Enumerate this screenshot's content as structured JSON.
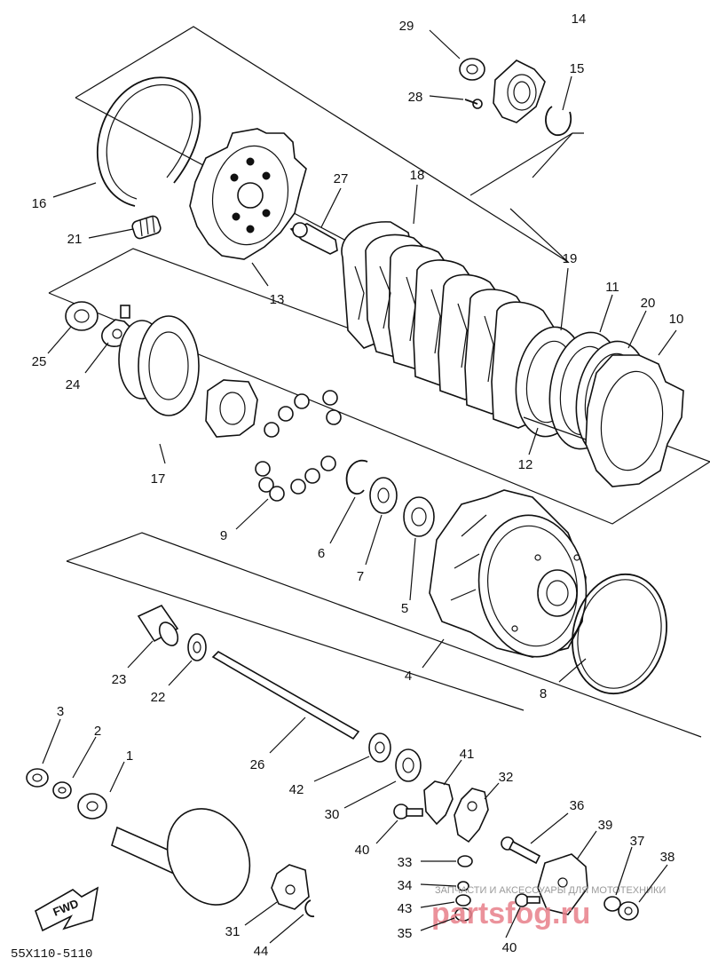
{
  "parts": [
    {
      "id": "p1",
      "number": "1"
    },
    {
      "id": "p2",
      "number": "2"
    },
    {
      "id": "p3",
      "number": "3"
    },
    {
      "id": "p4",
      "number": "4"
    },
    {
      "id": "p5",
      "number": "5"
    },
    {
      "id": "p6",
      "number": "6"
    },
    {
      "id": "p7",
      "number": "7"
    },
    {
      "id": "p8",
      "number": "8"
    },
    {
      "id": "p9",
      "number": "9"
    },
    {
      "id": "p10",
      "number": "10"
    },
    {
      "id": "p11",
      "number": "11"
    },
    {
      "id": "p12",
      "number": "12"
    },
    {
      "id": "p13",
      "number": "13"
    },
    {
      "id": "p14",
      "number": "14"
    },
    {
      "id": "p15",
      "number": "15"
    },
    {
      "id": "p16",
      "number": "16"
    },
    {
      "id": "p17",
      "number": "17"
    },
    {
      "id": "p18",
      "number": "18"
    },
    {
      "id": "p19",
      "number": "19"
    },
    {
      "id": "p20",
      "number": "20"
    },
    {
      "id": "p21",
      "number": "21"
    },
    {
      "id": "p22",
      "number": "22"
    },
    {
      "id": "p23",
      "number": "23"
    },
    {
      "id": "p24",
      "number": "24"
    },
    {
      "id": "p25",
      "number": "25"
    },
    {
      "id": "p26",
      "number": "26"
    },
    {
      "id": "p27",
      "number": "27"
    },
    {
      "id": "p28",
      "number": "28"
    },
    {
      "id": "p29",
      "number": "29"
    },
    {
      "id": "p30",
      "number": "30"
    },
    {
      "id": "p31",
      "number": "31"
    },
    {
      "id": "p32",
      "number": "32"
    },
    {
      "id": "p33",
      "number": "33"
    },
    {
      "id": "p34",
      "number": "34"
    },
    {
      "id": "p35",
      "number": "35"
    },
    {
      "id": "p36",
      "number": "36"
    },
    {
      "id": "p37",
      "number": "37"
    },
    {
      "id": "p38",
      "number": "38"
    },
    {
      "id": "p39",
      "number": "39"
    },
    {
      "id": "p40a",
      "number": "40"
    },
    {
      "id": "p40b",
      "number": "40"
    },
    {
      "id": "p41",
      "number": "41"
    },
    {
      "id": "p42",
      "number": "42"
    },
    {
      "id": "p43",
      "number": "43"
    },
    {
      "id": "p44",
      "number": "44"
    }
  ],
  "fwd_arrow": {
    "label": "FWD"
  },
  "drawing_code": "55X110-5110",
  "watermark": {
    "caption": "ЗАПЧАСТИ И АКСЕССУАРЫ ДЛЯ МОТОТЕХНИКИ",
    "logo": "partsfog.ru"
  }
}
